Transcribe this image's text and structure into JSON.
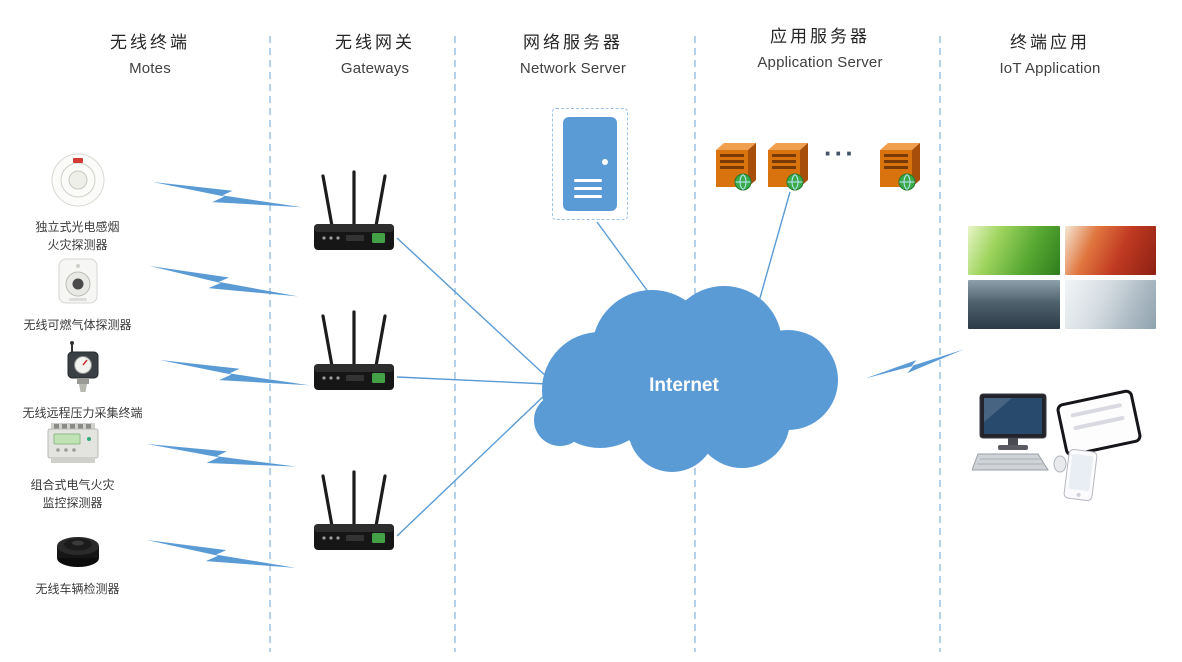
{
  "columns": [
    {
      "zh": "无线终端",
      "en": "Motes"
    },
    {
      "zh": "无线网关",
      "en": "Gateways"
    },
    {
      "zh": "网络服务器",
      "en": "Network Server"
    },
    {
      "zh": "应用服务器",
      "en": "Application Server"
    },
    {
      "zh": "终端应用",
      "en": "IoT Application"
    }
  ],
  "motes": [
    {
      "line1": "独立式光电感烟",
      "line2": "火灾探测器"
    },
    {
      "line1": "无线可燃气体探测器"
    },
    {
      "line1": "无线远程压力采集终端"
    },
    {
      "line1": "组合式电气火灾",
      "line2": "监控探测器"
    },
    {
      "line1": "无线车辆检测器"
    }
  ],
  "cloud": {
    "label": "Internet"
  },
  "application_server": {
    "ellipsis": "···"
  },
  "icons": {
    "mote_icons": [
      "smoke-detector",
      "gas-detector",
      "pressure-sensor",
      "electrical-fire-monitor",
      "vehicle-detector"
    ],
    "gateway_icon": "wifi-router",
    "network_server_icon": "blue-server",
    "application_server_icon": "orange-server-tower-with-globe",
    "link_icon": "lightning-bolt",
    "iot_application_icons": [
      "greenhouse-photo",
      "industrial-pipes-photo",
      "factory-aisle-photo",
      "workshop-photo",
      "desktop-computer",
      "tablet",
      "smartphone"
    ]
  },
  "colors": {
    "accent_blue": "#5B9BD5",
    "separator_blue": "#8FB9E0",
    "server_orange": "#D9730D",
    "cloud_text": "#FFFFFF",
    "heading_text": "#262626"
  }
}
